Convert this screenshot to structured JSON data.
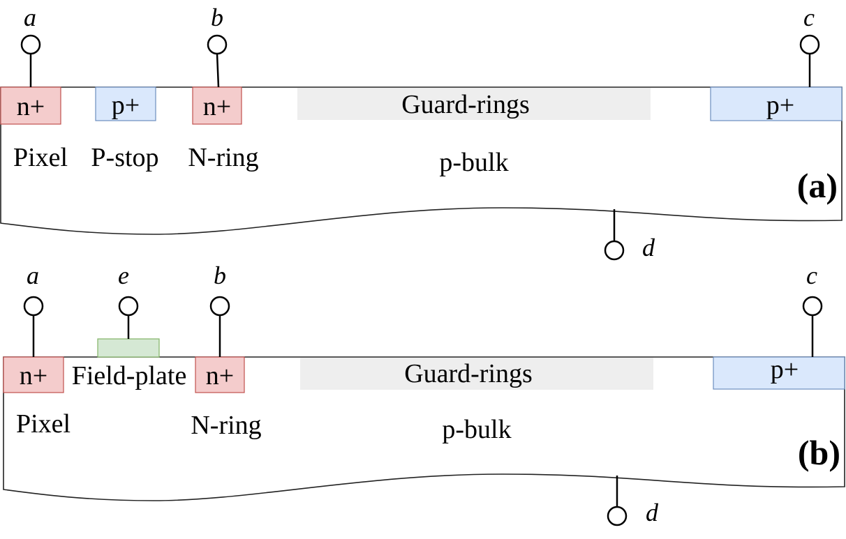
{
  "colors": {
    "n_plus": "#f4cccc",
    "n_plus_border": "#c0504d",
    "p_plus": "#dae8fc",
    "p_plus_border": "#6c8ebf",
    "guard_rings": "#eeeeee",
    "field_plate": "#d5e8d4",
    "field_plate_border": "#82b366"
  },
  "panel_a": {
    "label": "(a)",
    "pixel_doping": "n+",
    "pstop_doping": "p+",
    "nring_doping": "n+",
    "guard_rings": "Guard-rings",
    "backside_doping": "p+",
    "pixel": "Pixel",
    "pstop": "P-stop",
    "nring": "N-ring",
    "bulk": "p-bulk",
    "terminal_a": "a",
    "terminal_b": "b",
    "terminal_c": "c",
    "terminal_d": "d"
  },
  "panel_b": {
    "label": "(b)",
    "pixel_doping": "n+",
    "field_plate": "Field-plate",
    "nring_doping": "n+",
    "guard_rings": "Guard-rings",
    "backside_doping": "p+",
    "pixel": "Pixel",
    "nring": "N-ring",
    "bulk": "p-bulk",
    "terminal_a": "a",
    "terminal_b": "b",
    "terminal_c": "c",
    "terminal_d": "d",
    "terminal_e": "e"
  }
}
